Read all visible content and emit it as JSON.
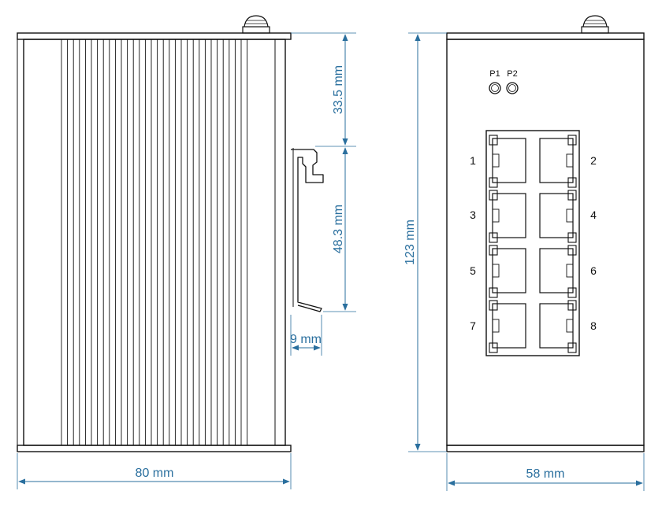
{
  "colors": {
    "outline": "#111111",
    "dimension": "#2a6f9e",
    "background": "#ffffff"
  },
  "side_view": {
    "dimensions": {
      "width": "80 mm",
      "top_to_rail": "33.5 mm",
      "rail_height": "48.3 mm",
      "rail_depth": "9 mm"
    }
  },
  "front_view": {
    "dimensions": {
      "height": "123 mm",
      "width": "58 mm"
    },
    "leds": [
      "P1",
      "P2"
    ],
    "ports": [
      "1",
      "2",
      "3",
      "4",
      "5",
      "6",
      "7",
      "8"
    ]
  }
}
